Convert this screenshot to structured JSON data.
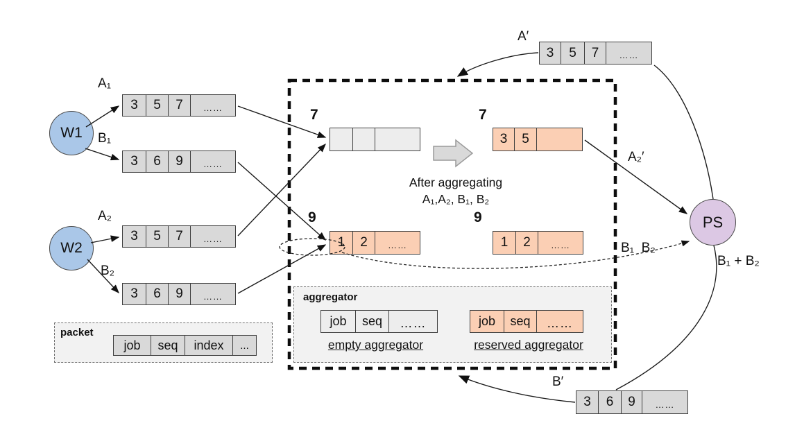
{
  "nodes": {
    "w1": "W1",
    "w2": "W2",
    "ps": "PS"
  },
  "packets": {
    "a1": {
      "label": "A₁",
      "cells": [
        "3",
        "5",
        "7",
        "……"
      ]
    },
    "b1": {
      "label": "B₁",
      "cells": [
        "3",
        "6",
        "9",
        "……"
      ]
    },
    "a2": {
      "label": "A₂",
      "cells": [
        "3",
        "5",
        "7",
        "……"
      ]
    },
    "b2": {
      "label": "B₂",
      "cells": [
        "3",
        "6",
        "9",
        "……"
      ]
    },
    "a_prime": {
      "label": "A′",
      "cells": [
        "3",
        "5",
        "7",
        "……"
      ]
    },
    "b_prime": {
      "label": "B′",
      "cells": [
        "3",
        "6",
        "9",
        "……"
      ]
    }
  },
  "aggregators": {
    "before_a": {
      "slot": "7",
      "cells": [
        "",
        "",
        ""
      ]
    },
    "after_a": {
      "slot": "7",
      "cells": [
        "3",
        "5",
        ""
      ]
    },
    "before_b": {
      "slot": "9",
      "cells": [
        "1",
        "2",
        "……"
      ]
    },
    "after_b": {
      "slot": "9",
      "cells": [
        "1",
        "2",
        "……"
      ]
    }
  },
  "caption": {
    "line1": "After aggregating",
    "line2": "A₁,A₂, B₁, B₂"
  },
  "edge_labels": {
    "a2_out": "A₂′",
    "b1_b2": "B₁  B₂",
    "b1_plus_b2": "B₁ + B₂"
  },
  "legend_packet": {
    "title": "packet",
    "cells": [
      "job",
      "seq",
      "index",
      "..."
    ]
  },
  "legend_aggregator": {
    "title": "aggregator",
    "empty_cells": [
      "job",
      "seq",
      "……"
    ],
    "empty_label": "empty aggregator",
    "reserved_cells": [
      "job",
      "seq",
      "……"
    ],
    "reserved_label": "reserved aggregator"
  },
  "colors": {
    "worker_blue": "#aac7e8",
    "ps_purple": "#dcc8e4",
    "packet_gray": "#d9d9d9",
    "empty_aggregator_gray": "#ededed",
    "reserved_orange": "#fbcfb4",
    "line_black": "#1a1a1a"
  }
}
